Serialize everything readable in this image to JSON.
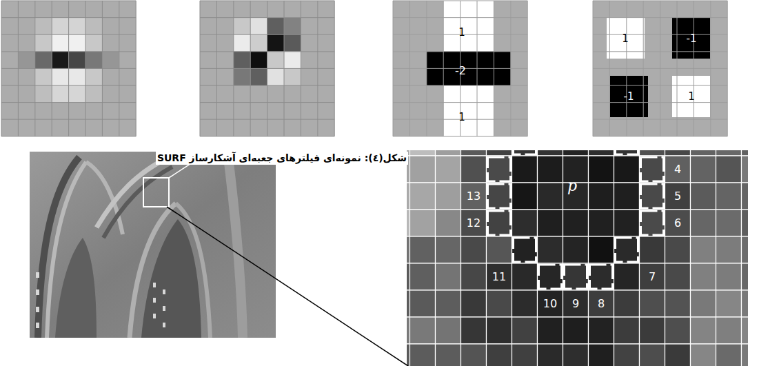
{
  "diagram": {
    "caption": "شکل(٤): نمونه‌ای فیلترهای جعبه‌ای آشکارساز SURF",
    "labels": [
      "1",
      "-2",
      "1",
      "1",
      "-1",
      "-1",
      "1",
      "4",
      "5",
      "6",
      "p",
      "13",
      "12",
      "11",
      "7",
      "10",
      "9",
      "8"
    ]
  }
}
